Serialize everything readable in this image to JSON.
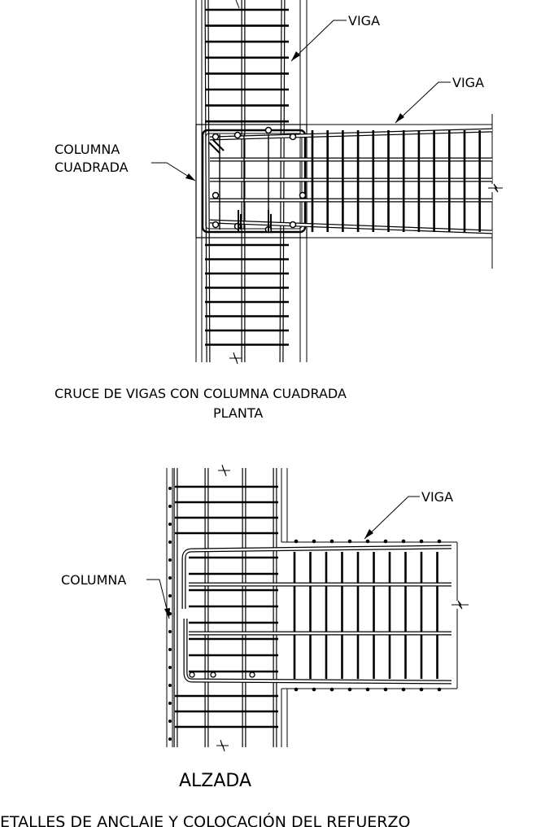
{
  "plan_view": {
    "label_beam_vertical": "VIGA",
    "label_beam_horizontal": "VIGA",
    "label_column_line1": "COLUMNA",
    "label_column_line2": "CUADRADA",
    "caption_line1": "CRUCE DE VIGAS CON COLUMNA CUADRADA",
    "caption_line2": "PLANTA"
  },
  "elevation_view": {
    "label_beam": "VIGA",
    "label_column": "COLUMNA",
    "caption": "ALZADA"
  },
  "sheet_title": "ETALLES DE ANCLAJE Y COLOCACIÓN DEL REFUERZO"
}
